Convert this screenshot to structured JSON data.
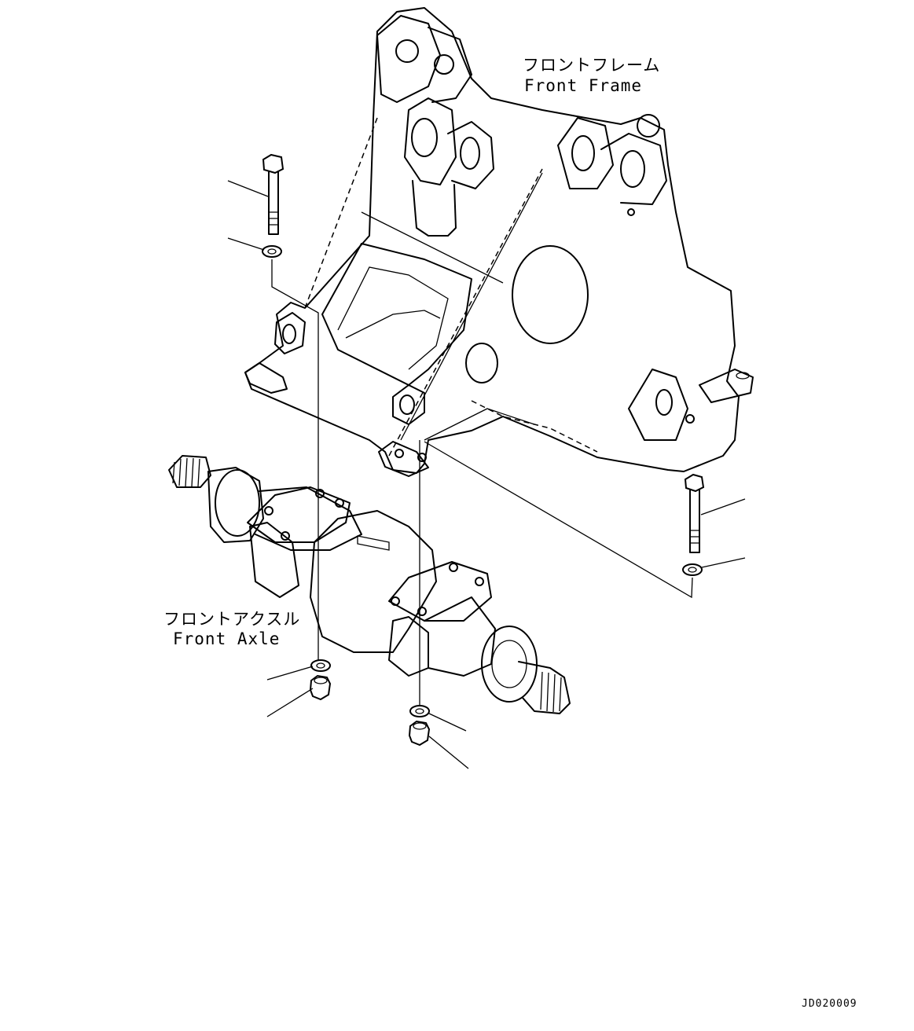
{
  "labels": {
    "front_frame_jp": "フロントフレーム",
    "front_frame_en": "Front Frame",
    "front_axle_jp": "フロントアクスル",
    "front_axle_en": "Front Axle"
  },
  "drawing_code": "JD020009"
}
